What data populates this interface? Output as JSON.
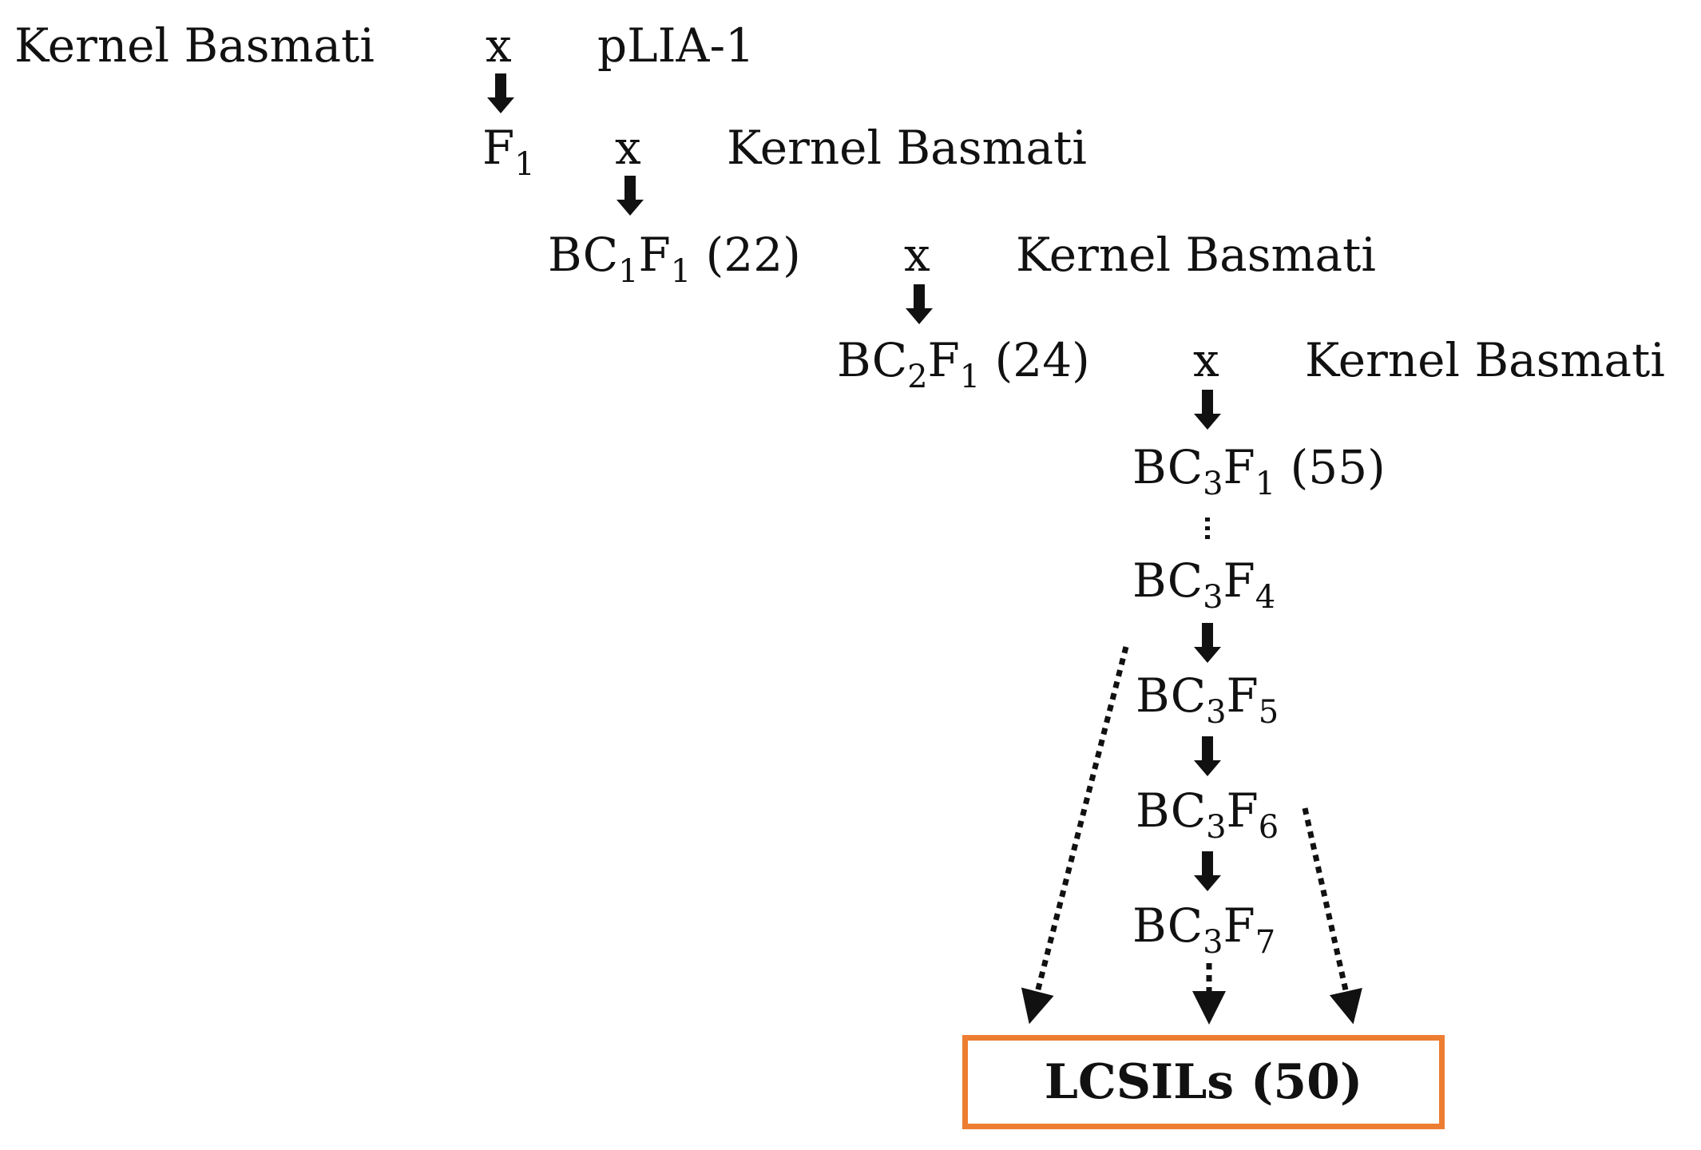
{
  "diagram": {
    "row1": {
      "parent_a": "Kernel Basmati",
      "cross": "x",
      "parent_b": "pLIA-1"
    },
    "row2": {
      "gen": "F",
      "gen_sub": "1",
      "cross": "x",
      "parent": "Kernel Basmati"
    },
    "row3": {
      "gen_a": "BC",
      "sub_a": "1",
      "gen_b": "F",
      "sub_b": "1",
      "count": "(22)",
      "cross": "x",
      "parent": "Kernel Basmati"
    },
    "row4": {
      "gen_a": "BC",
      "sub_a": "2",
      "gen_b": "F",
      "sub_b": "1",
      "count": "(24)",
      "cross": "x",
      "parent": "Kernel Basmati"
    },
    "row5": {
      "gen_a": "BC",
      "sub_a": "3",
      "gen_b": "F",
      "sub_b": "1",
      "count": "(55)"
    },
    "row6": {
      "gen_a": "BC",
      "sub_a": "3",
      "gen_b": "F",
      "sub_b": "4"
    },
    "row7": {
      "gen_a": "BC",
      "sub_a": "3",
      "gen_b": "F",
      "sub_b": "5"
    },
    "row8": {
      "gen_a": "BC",
      "sub_a": "3",
      "gen_b": "F",
      "sub_b": "6"
    },
    "row9": {
      "gen_a": "BC",
      "sub_a": "3",
      "gen_b": "F",
      "sub_b": "7"
    },
    "final": {
      "label": "LCSILs (50)",
      "border_color": "#ED7D31"
    }
  }
}
